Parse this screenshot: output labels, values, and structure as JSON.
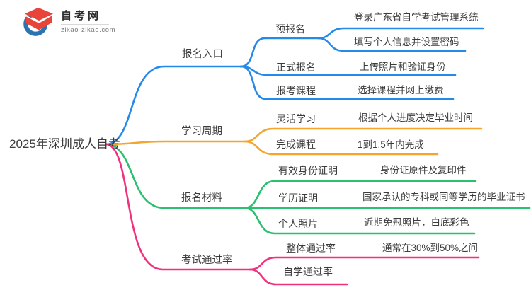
{
  "logo": {
    "title": "自考网",
    "domain": "zikao-zikao.com",
    "icon": "graduation-cap-icon"
  },
  "root": {
    "label": "2025年深圳成人自考"
  },
  "branches": [
    {
      "label": "报名入口",
      "color": "#2489e8",
      "children": [
        {
          "label": "预报名",
          "leaves": [
            "登录广东省自学考试管理系统",
            "填写个人信息并设置密码"
          ]
        },
        {
          "label": "正式报名",
          "leaves": [
            "上传照片和验证身份"
          ]
        },
        {
          "label": "报考课程",
          "leaves": [
            "选择课程并网上缴费"
          ]
        }
      ]
    },
    {
      "label": "学习周期",
      "color": "#f5a52b",
      "children": [
        {
          "label": "灵活学习",
          "leaves": [
            "根据个人进度决定毕业时间"
          ]
        },
        {
          "label": "完成课程",
          "leaves": [
            "1到1.5年内完成"
          ]
        }
      ]
    },
    {
      "label": "报名材料",
      "color": "#2bbf6f",
      "children": [
        {
          "label": "有效身份证明",
          "leaves": [
            "身份证原件及复印件"
          ]
        },
        {
          "label": "学历证明",
          "leaves": [
            "国家承认的专科或同等学历的毕业证书"
          ]
        },
        {
          "label": "个人照片",
          "leaves": [
            "近期免冠照片，白底彩色"
          ]
        }
      ]
    },
    {
      "label": "考试通过率",
      "color": "#f2317e",
      "children": [
        {
          "label": "整体通过率",
          "leaves": [
            "通常在30%到50%之间"
          ]
        },
        {
          "label": "自学通过率",
          "leaves": []
        }
      ]
    }
  ]
}
